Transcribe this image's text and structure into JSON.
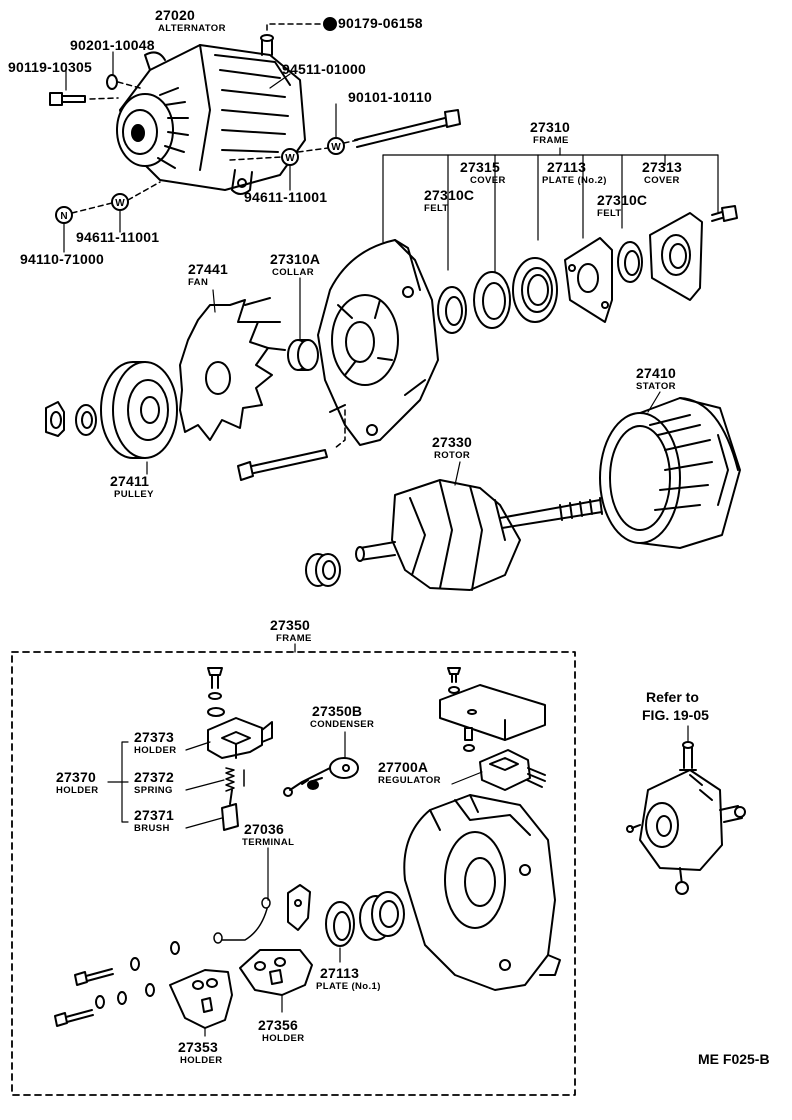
{
  "parts": {
    "alternator": {
      "number": "27020",
      "name": "ALTERNATOR"
    },
    "bolt_top": {
      "number": "90179-06158"
    },
    "washer_a": {
      "number": "90201-10048"
    },
    "bolt_a": {
      "number": "90119-10305"
    },
    "washer_b": {
      "number": "94511-01000"
    },
    "bolt_long": {
      "number": "90101-10110"
    },
    "washer_c": {
      "number": "94611-11001"
    },
    "washer_d": {
      "number": "94611-11001"
    },
    "nut": {
      "number": "94110-71000"
    },
    "frame_drive": {
      "number": "27310",
      "name": "FRAME"
    },
    "cover_a": {
      "number": "27315",
      "name": "COVER"
    },
    "plate_2": {
      "number": "27113",
      "name": "PLATE (No.2)"
    },
    "cover_b": {
      "number": "27313",
      "name": "COVER"
    },
    "felt_a": {
      "number": "27310C",
      "name": "FELT"
    },
    "felt_b": {
      "number": "27310C",
      "name": "FELT"
    },
    "fan": {
      "number": "27441",
      "name": "FAN"
    },
    "collar": {
      "number": "27310A",
      "name": "COLLAR"
    },
    "pulley": {
      "number": "27411",
      "name": "PULLEY"
    },
    "stator": {
      "number": "27410",
      "name": "STATOR"
    },
    "rotor": {
      "number": "27330",
      "name": "ROTOR"
    },
    "frame_rear": {
      "number": "27350",
      "name": "FRAME"
    },
    "holder_373": {
      "number": "27373",
      "name": "HOLDER"
    },
    "holder_370": {
      "number": "27370",
      "name": "HOLDER"
    },
    "spring": {
      "number": "27372",
      "name": "SPRING"
    },
    "brush": {
      "number": "27371",
      "name": "BRUSH"
    },
    "condenser": {
      "number": "27350B",
      "name": "CONDENSER"
    },
    "regulator": {
      "number": "27700A",
      "name": "REGULATOR"
    },
    "terminal": {
      "number": "27036",
      "name": "TERMINAL"
    },
    "plate_1": {
      "number": "27113",
      "name": "PLATE (No.1)"
    },
    "holder_353": {
      "number": "27353",
      "name": "HOLDER"
    },
    "holder_356": {
      "number": "27356",
      "name": "HOLDER"
    }
  },
  "markers": {
    "washer": "W",
    "nut": "N"
  },
  "reference": {
    "line1": "Refer to",
    "line2": "FIG. 19-05"
  },
  "figure_code": "ME F025-B"
}
